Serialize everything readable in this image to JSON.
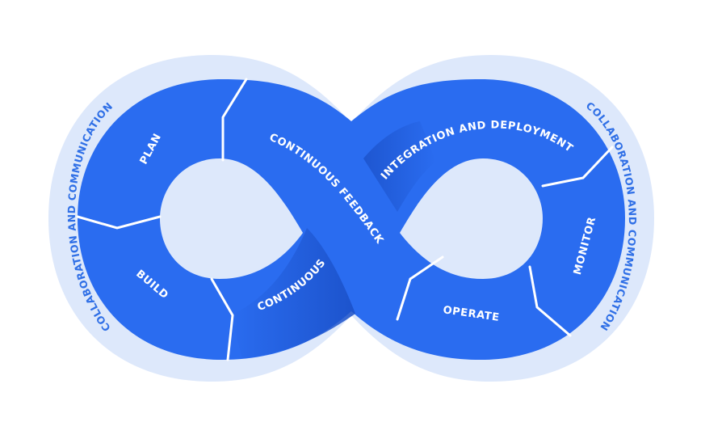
{
  "segments": {
    "plan": "PLAN",
    "build": "BUILD",
    "continuous": "CONTINUOUS",
    "feedback": "CONTINUOUS FEEDBACK",
    "integration": "INTEGRATION AND DEPLOYMENT",
    "monitor": "MONITOR",
    "operate": "OPERATE"
  },
  "ring_labels": {
    "left": "COLLABORATION AND COMMUNICATION",
    "right": "COLLABORATION AND COMMUNICATION"
  },
  "colors": {
    "ring": "#dde8fb",
    "band": "#2a6cf0",
    "band_shadow": "#1a4fc6",
    "divider": "#ffffff",
    "ring_text": "#2f6fe6"
  }
}
